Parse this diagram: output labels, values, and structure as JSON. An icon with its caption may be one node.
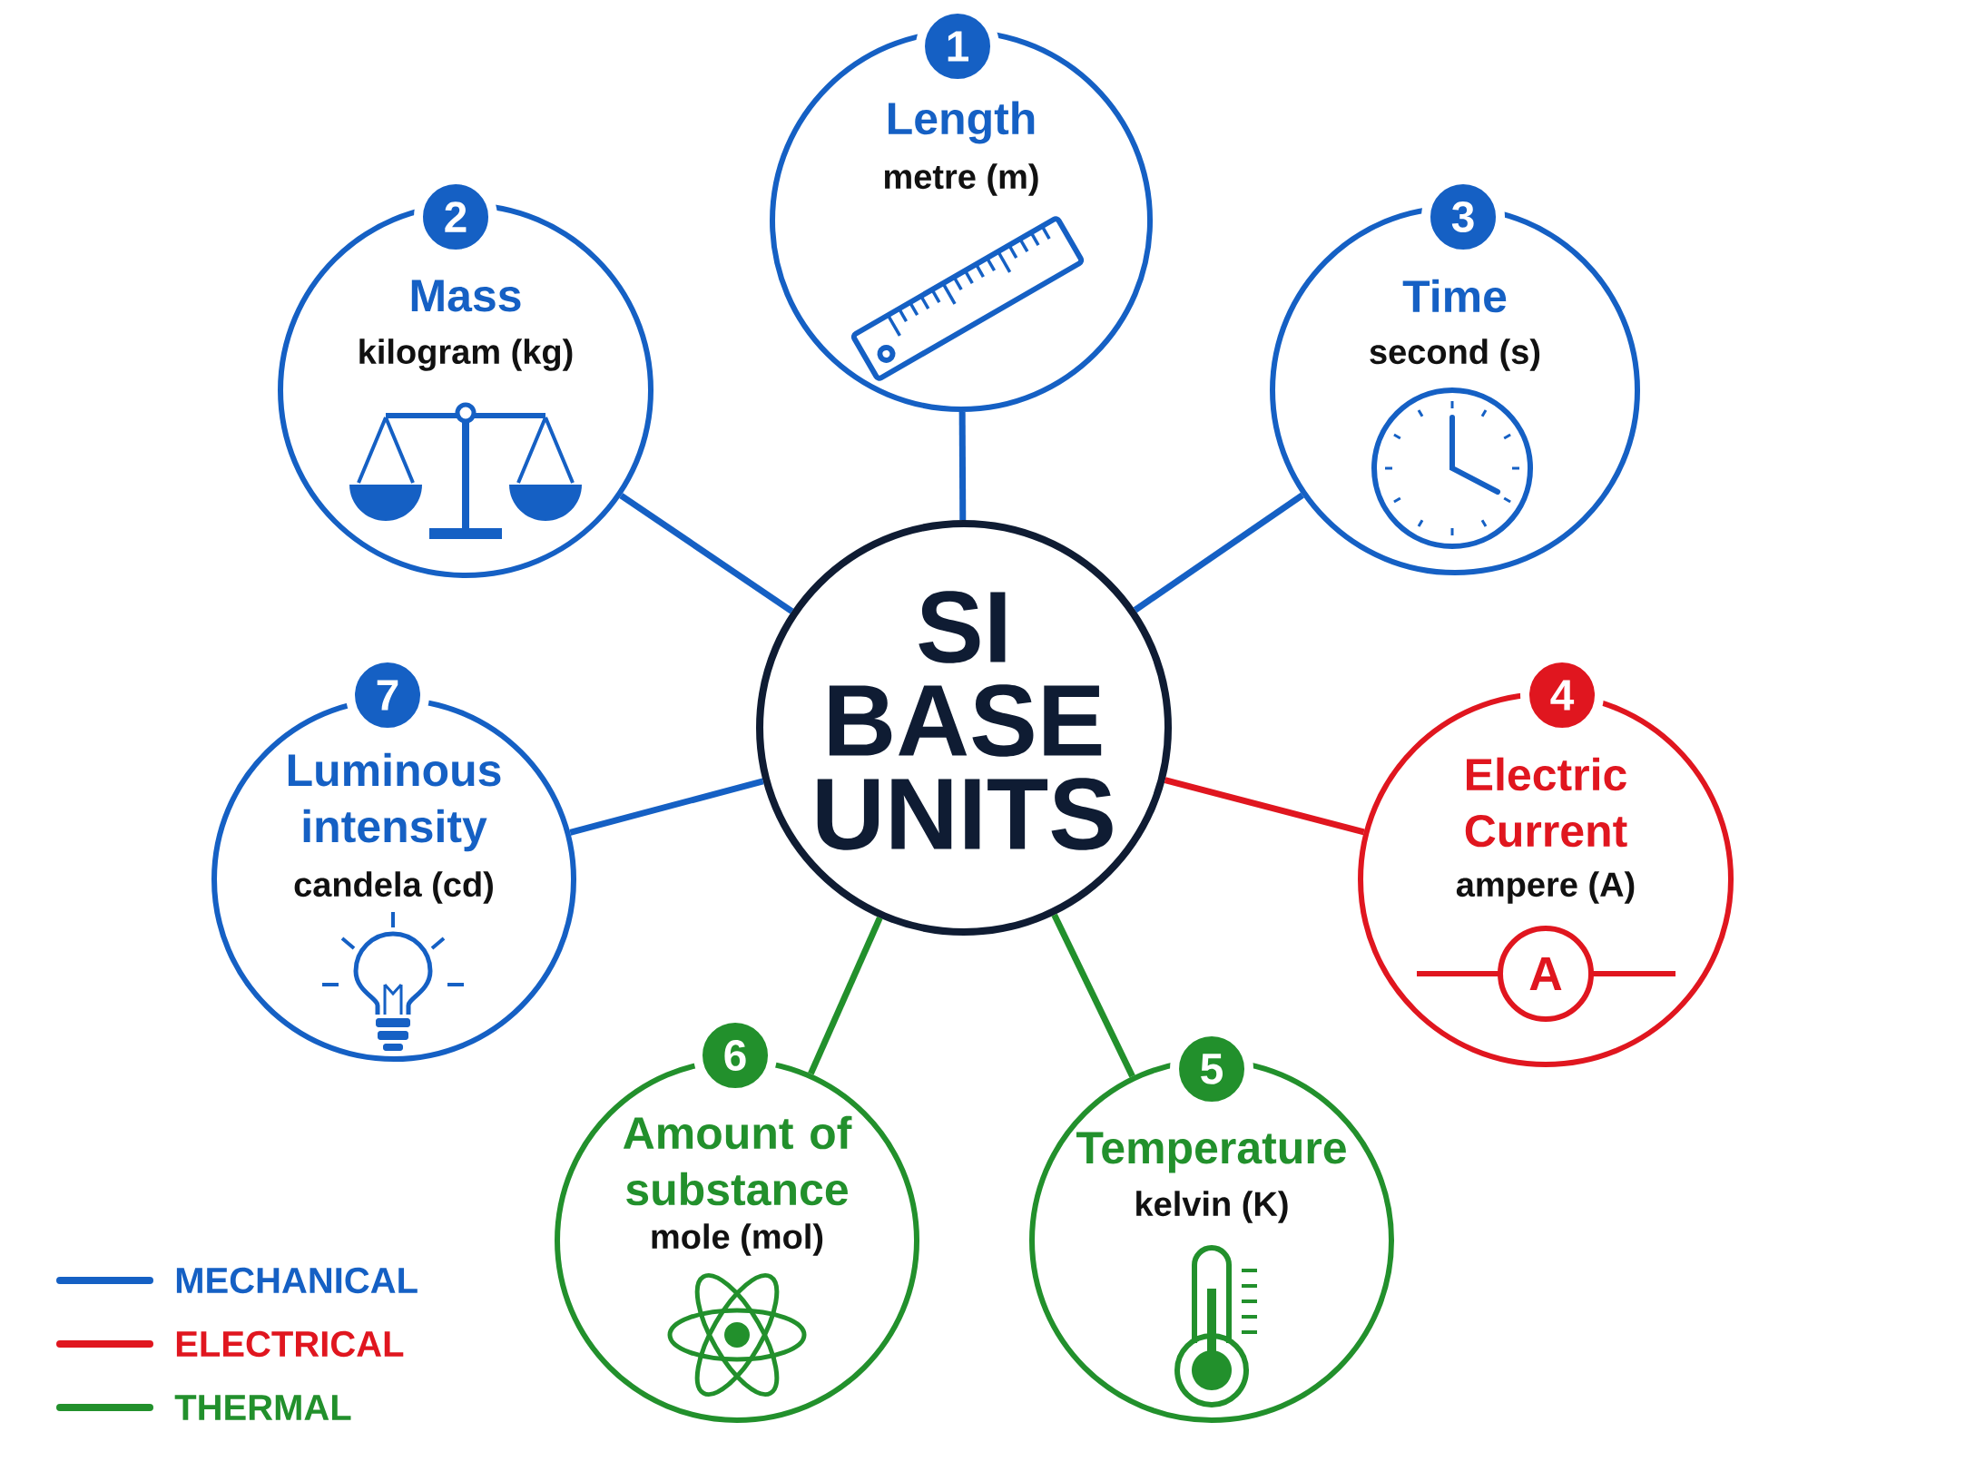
{
  "diagram": {
    "nodes": [
      {
        "text": [
          "SI BASE UNITS"
        ]
      },
      {
        "text": [
          "Length",
          "metre (m)"
        ]
      },
      {
        "text": [
          "Mass",
          "kilogram (kg)"
        ]
      },
      {
        "text": [
          "Time",
          "second (s)"
        ]
      },
      {
        "text": [
          "Electric Current",
          "ampere (A)"
        ]
      },
      {
        "text": [
          "Temperature",
          "kelvin (K)"
        ]
      },
      {
        "text": [
          "Amount of substance",
          "mole (mol)"
        ]
      },
      {
        "text": [
          "Luminous intensity",
          "candela (cd)"
        ]
      },
      {
        "text": [
          "1"
        ]
      },
      {
        "text": [
          "2"
        ]
      },
      {
        "text": [
          "3"
        ]
      },
      {
        "text": [
          "4"
        ]
      },
      {
        "text": [
          "5"
        ]
      },
      {
        "text": [
          "6"
        ]
      },
      {
        "text": [
          "7"
        ]
      }
    ],
    "edges": [
      {
        "from": 0,
        "to": 1,
        "arrow": "none"
      },
      {
        "from": 0,
        "to": 2,
        "arrow": "none"
      },
      {
        "from": 0,
        "to": 3,
        "arrow": "none"
      },
      {
        "from": 0,
        "to": 4,
        "arrow": "none",
        "color": "#e0161f"
      },
      {
        "from": 0,
        "to": 5,
        "arrow": "none",
        "color": "#22902c"
      },
      {
        "from": 0,
        "to": 6,
        "arrow": "none",
        "color": "#22902c"
      },
      {
        "from": 0,
        "to": 7,
        "arrow": "none"
      }
    ],
    "labels": [
      "A"
    ],
    "legend": [
      {
        "text": "MECHANICAL",
        "color": "#1560c4"
      },
      {
        "text": "ELECTRICAL",
        "color": "#e0161f"
      },
      {
        "text": "THERMAL",
        "color": "#22902c"
      }
    ]
  }
}
